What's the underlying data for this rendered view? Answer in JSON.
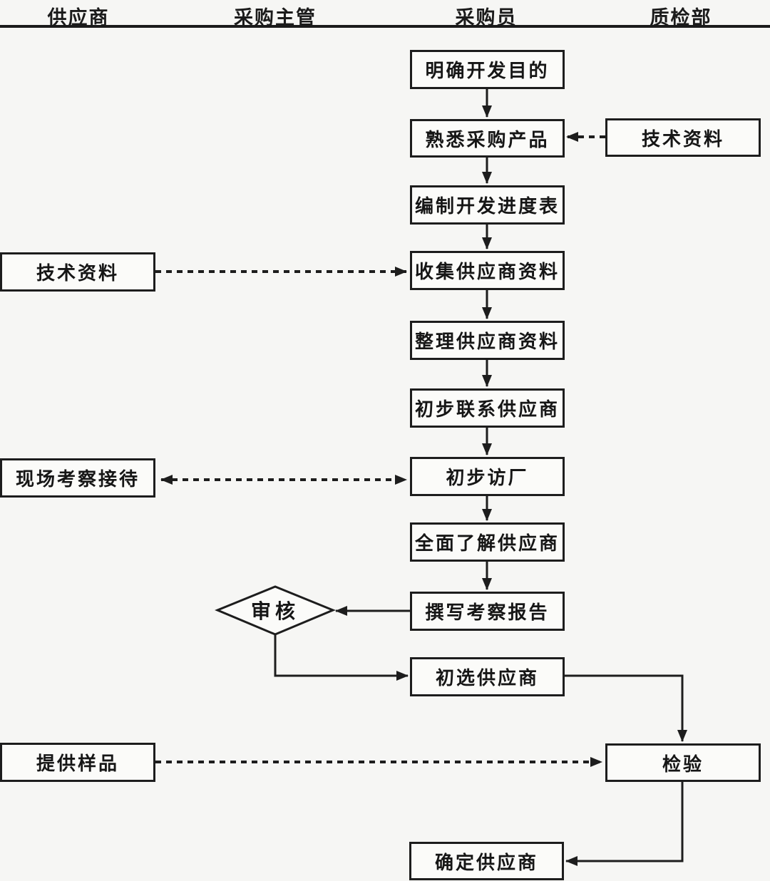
{
  "colors": {
    "line": "#1d1d1d",
    "background": "#f6f6f4",
    "node_fill": "#fbfbf9"
  },
  "lanes": [
    {
      "label": "供应商"
    },
    {
      "label": "采购主管"
    },
    {
      "label": "采购员"
    },
    {
      "label": "质检部"
    }
  ],
  "nodes": {
    "clarify_purpose": "明确开发目的",
    "familiarize_products": "熟悉采购产品",
    "tech_docs_right": "技术资料",
    "compile_schedule": "编制开发进度表",
    "tech_docs_left": "技术资料",
    "collect_supplier_info": "收集供应商资料",
    "organize_supplier_info": "整理供应商资料",
    "initial_contact_supplier": "初步联系供应商",
    "site_visit_reception": "现场考察接待",
    "initial_factory_visit": "初步访厂",
    "fully_understand_supplier": "全面了解供应商",
    "write_inspection_report": "撰写考察报告",
    "review": "审核",
    "preliminary_supplier_selection": "初选供应商",
    "provide_samples": "提供样品",
    "inspection": "检验",
    "confirm_supplier": "确定供应商"
  }
}
